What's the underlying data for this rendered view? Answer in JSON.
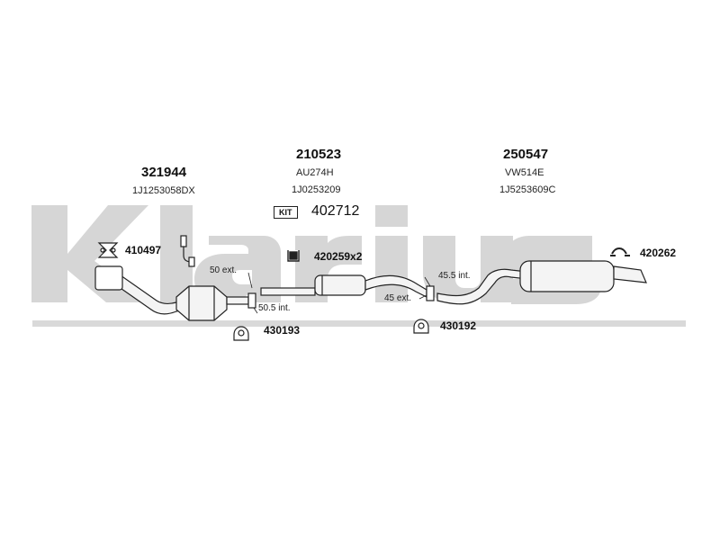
{
  "watermark": {
    "text": "Klarius",
    "color": "#d6d6d6"
  },
  "groups": [
    {
      "part": "321944",
      "codes": [
        "1J1253058DX"
      ]
    },
    {
      "part": "210523",
      "codes": [
        "AU274H",
        "1J0253209"
      ]
    },
    {
      "part": "250547",
      "codes": [
        "VW514E",
        "1J5253609C"
      ]
    }
  ],
  "kit": {
    "badge": "KIT",
    "number": "402712"
  },
  "parts": {
    "gasket": "410497",
    "clamp_set": "420259x2",
    "hanger_right": "420262",
    "mount_left": "430193",
    "mount_right": "430192"
  },
  "dimensions": {
    "d1": "50 ext.",
    "d2": "50.5 int.",
    "d3": "45.5 int.",
    "d4": "45 ext."
  },
  "colors": {
    "line": "#222222",
    "pipe_fill": "#f4f4f4",
    "band": "#d9d9d9"
  },
  "icons": [
    "gasket-icon",
    "sensor-icon",
    "clamp-icon",
    "hanger-icon",
    "rubber-mount-icon",
    "kit-badge-icon"
  ]
}
